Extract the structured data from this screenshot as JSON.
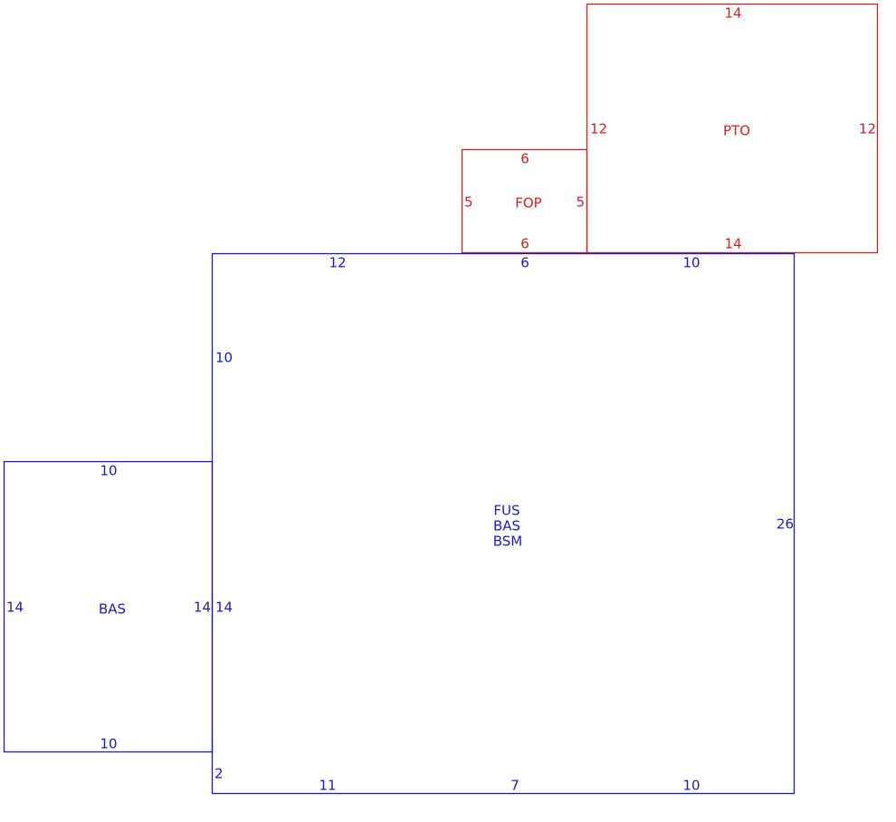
{
  "colors": {
    "main": "#1a1acc",
    "addition": "#d42020"
  },
  "areas": {
    "pto": {
      "label": "PTO",
      "top": "14",
      "left": "12",
      "right": "12",
      "bottom": "14"
    },
    "fop": {
      "label": "FOP",
      "top": "6",
      "left": "5",
      "right": "5",
      "bottom": "6"
    },
    "bas_left": {
      "label": "BAS",
      "top": "10",
      "left": "14",
      "right": "14",
      "bottom": "10"
    },
    "main": {
      "labels": [
        "FUS",
        "BAS",
        "BSM"
      ],
      "top_left_seg": "12",
      "top_mid_seg": "6",
      "top_right_seg": "10",
      "left_upper": "10",
      "left_lower": "14",
      "left_bottom_step": "2",
      "right": "26",
      "bottom_left_seg": "11",
      "bottom_mid_seg": "7",
      "bottom_right_seg": "10"
    }
  }
}
